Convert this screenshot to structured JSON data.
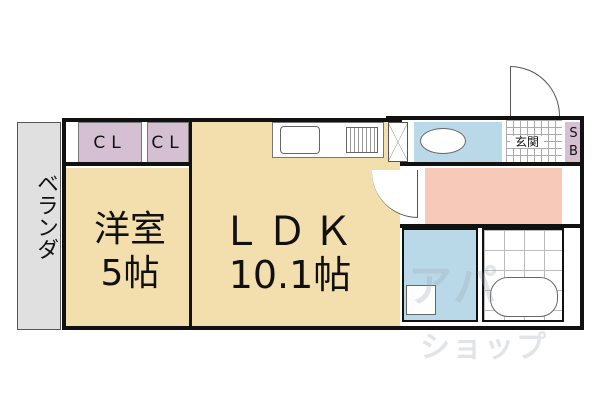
{
  "floorplan": {
    "rooms": {
      "balcony": {
        "label": "ベランダ",
        "color": "#e0e0e0"
      },
      "western_room": {
        "label_line1": "洋室",
        "label_line2": "5帖",
        "color": "#f3dfae"
      },
      "ldk": {
        "label_line1": "ＬＤＫ",
        "label_line2": "10.1帖",
        "color": "#f3dfae"
      },
      "closet_1": {
        "label": "CL",
        "color": "#d5bfd2"
      },
      "closet_2": {
        "label": "CL",
        "color": "#d5bfd2"
      },
      "entrance": {
        "label": "玄関"
      },
      "shoe_box": {
        "label_line1": "S",
        "label_line2": "B",
        "color": "#d5bfd2"
      },
      "hallway": {
        "color": "#f7c9b8"
      },
      "toilet": {
        "color": "#b9d9e8"
      },
      "washroom": {
        "color": "#b9d9e8"
      },
      "bathroom": {
        "color": "#ffffff"
      }
    },
    "watermark": {
      "line1": "アパ",
      "line2": "ショップ"
    }
  }
}
